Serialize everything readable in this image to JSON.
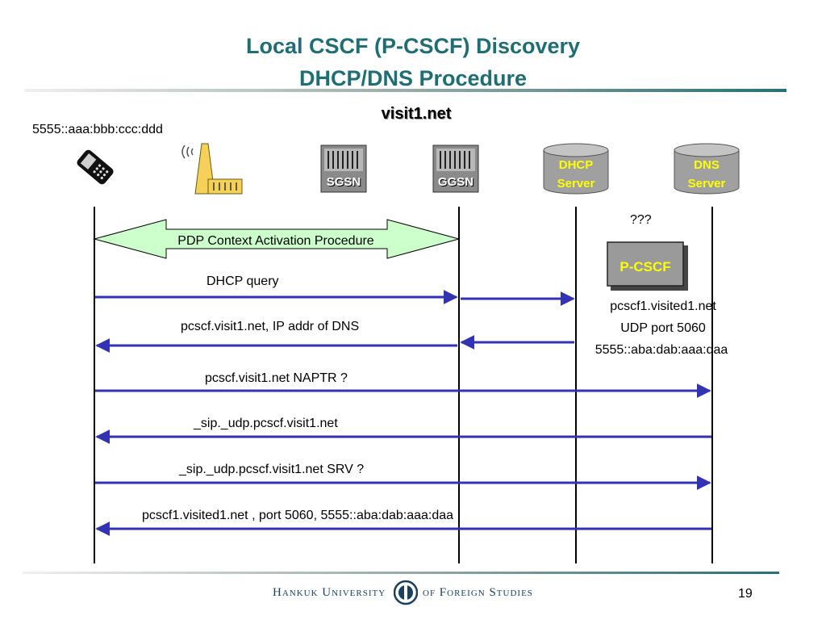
{
  "slide": {
    "title_line1": "Local CSCF (P-CSCF) Discovery",
    "title_line2": "DHCP/DNS Procedure",
    "network_label": "visit1.net",
    "ue_address": "5555::aaa:bbb:ccc:ddd",
    "sgsn_label": "SGSN",
    "ggsn_label": "GGSN",
    "dhcp_label_1": "DHCP",
    "dhcp_label_2": "Server",
    "dns_label_1": "DNS",
    "dns_label_2": "Server",
    "unknown_label": "???",
    "pcscf_label": "P-CSCF",
    "pcscf_info": [
      "pcscf1.visited1.net",
      "UDP port 5060",
      "5555::aba:dab:aaa:daa"
    ],
    "messages": [
      {
        "label": "PDP Context Activation Procedure"
      },
      {
        "label": "DHCP query"
      },
      {
        "label": "pcscf.visit1.net, IP addr of DNS"
      },
      {
        "label": "pcscf.visit1.net NAPTR ?"
      },
      {
        "label": "_sip._udp.pcscf.visit1.net"
      },
      {
        "label": "_sip._udp.pcscf.visit1.net  SRV ?"
      },
      {
        "label": "pcscf1.visited1.net , port 5060, 5555::aba:dab:aaa:daa"
      }
    ],
    "footer_left": "Hankuk University",
    "footer_right": "of Foreign Studies",
    "page_number": "19"
  },
  "colors": {
    "title": "#1f6e73",
    "arrow": "#3232b4",
    "activation_fill": "#ccffcc",
    "rule_teal": "#2a6f74",
    "server_grey": "#a0a0a0"
  }
}
